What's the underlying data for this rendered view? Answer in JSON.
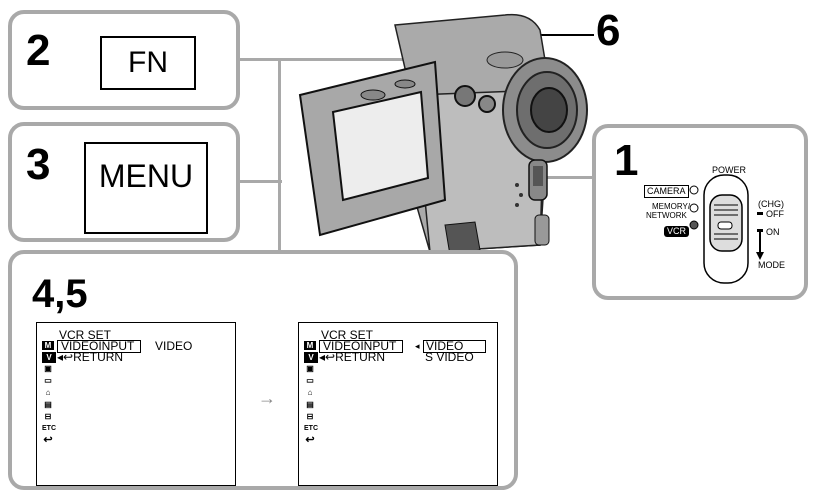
{
  "steps": {
    "s1": "1",
    "s2": "2",
    "s3": "3",
    "s45": "4,5",
    "s6": "6"
  },
  "buttons": {
    "fn": "FN",
    "menu": "MENU"
  },
  "dial": {
    "power": "POWER",
    "camera": "CAMERA",
    "memory": "MEMORY/",
    "network": "NETWORK",
    "vcr": "VCR",
    "chg": "(CHG)",
    "off": "OFF",
    "on": "ON",
    "mode": "MODE"
  },
  "menu_left": {
    "title": "VCR SET",
    "item": "VIDEOINPUT",
    "value": "VIDEO",
    "return": "RETURN",
    "etc": "ETC"
  },
  "menu_right": {
    "title": "VCR SET",
    "item": "VIDEOINPUT",
    "opt1": "VIDEO",
    "opt2": "S VIDEO",
    "return": "RETURN",
    "etc": "ETC"
  },
  "arrow": "→"
}
